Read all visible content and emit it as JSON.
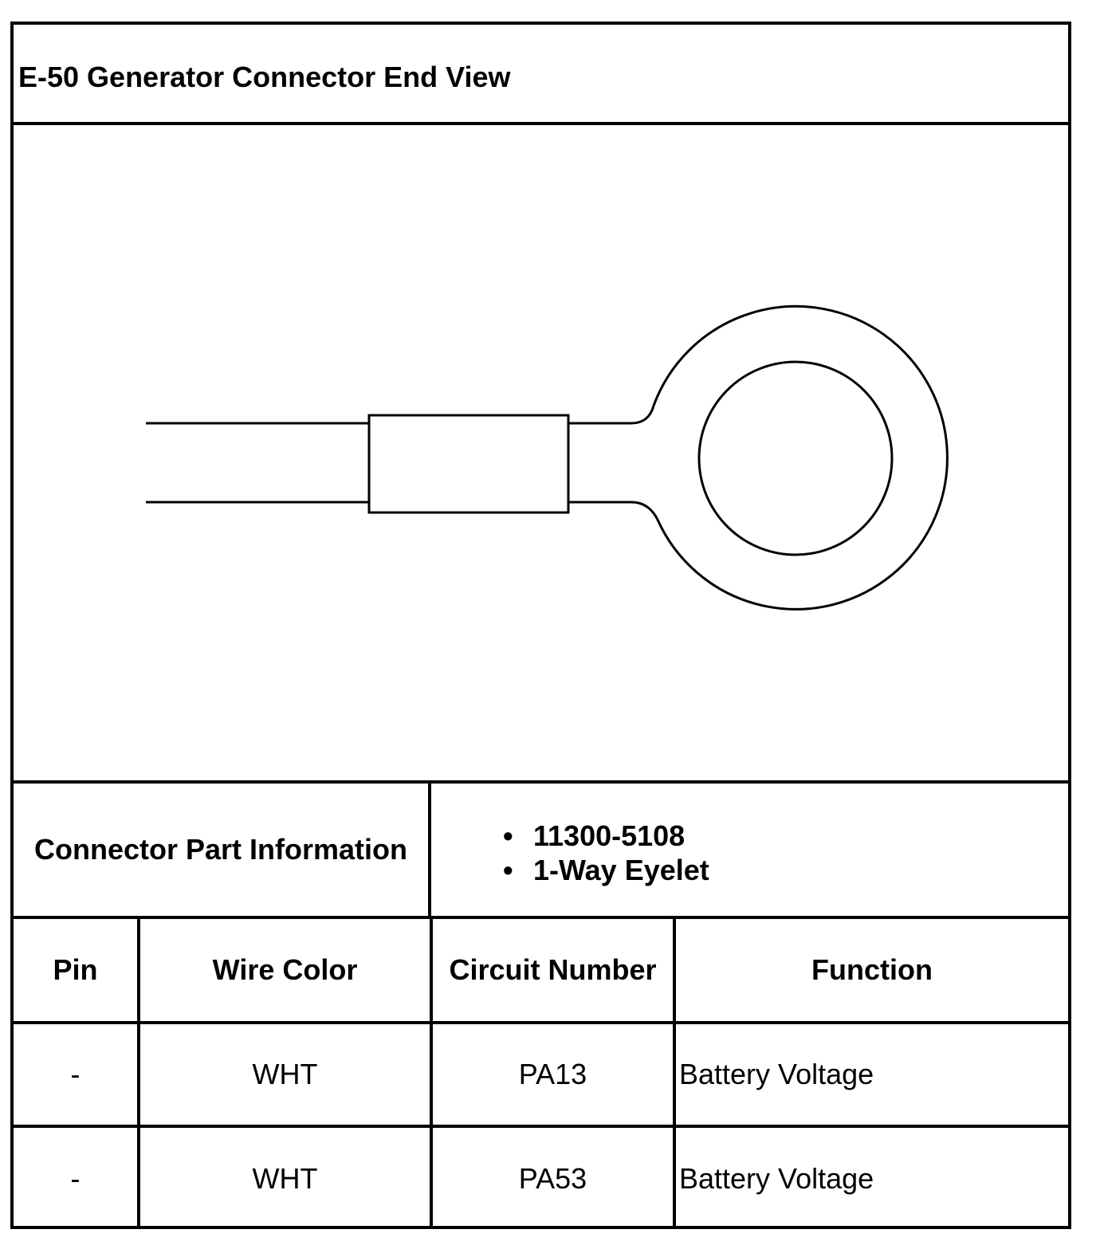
{
  "title": "E-50 Generator Connector End View",
  "connector_info": {
    "label": "Connector Part Information",
    "items": [
      "11300-5108",
      "1-Way Eyelet"
    ]
  },
  "pin_table": {
    "headers": [
      "Pin",
      "Wire Color",
      "Circuit Number",
      "Function"
    ],
    "rows": [
      {
        "pin": "-",
        "wire_color": "WHT",
        "circuit_number": "PA13",
        "function": "Battery Voltage"
      },
      {
        "pin": "-",
        "wire_color": "WHT",
        "circuit_number": "PA53",
        "function": "Battery Voltage"
      }
    ]
  },
  "colors": {
    "line": "#000000",
    "background": "#ffffff"
  }
}
